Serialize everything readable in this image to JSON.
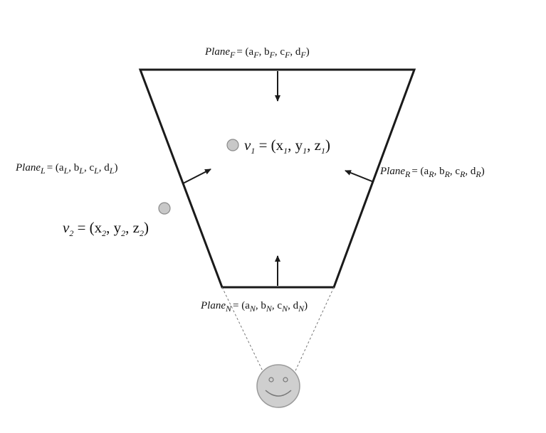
{
  "planes": {
    "far": {
      "name": "Plane",
      "sub": "F",
      "eq": "= (a",
      "parts": [
        [
          "F",
          ", b"
        ],
        [
          "F",
          ", c"
        ],
        [
          "F",
          ", d"
        ],
        [
          "F",
          ")"
        ]
      ]
    },
    "left": {
      "name": "Plane",
      "sub": "L",
      "eq": "= (a",
      "parts": [
        [
          "L",
          ", b"
        ],
        [
          "L",
          ", c"
        ],
        [
          "L",
          ", d"
        ],
        [
          "L",
          ")"
        ]
      ]
    },
    "right": {
      "name": "Plane",
      "sub": "R",
      "eq": "= (a",
      "parts": [
        [
          "R",
          ", b"
        ],
        [
          "R",
          ", c"
        ],
        [
          "R",
          ", d"
        ],
        [
          "R",
          ")"
        ]
      ]
    },
    "near": {
      "name": "Plane",
      "sub": "N",
      "eq": "= (a",
      "parts": [
        [
          "N",
          ", b"
        ],
        [
          "N",
          ", c"
        ],
        [
          "N",
          ", d"
        ],
        [
          "N",
          ")"
        ]
      ]
    }
  },
  "points": {
    "v1": {
      "name": "v",
      "sub": "1",
      "eq": " = (x",
      "parts": [
        [
          "1",
          ", y"
        ],
        [
          "1",
          ", z"
        ],
        [
          "1",
          ")"
        ]
      ]
    },
    "v2": {
      "name": "v",
      "sub": "2",
      "eq": " = (x",
      "parts": [
        [
          "2",
          ", y"
        ],
        [
          "2",
          ", z"
        ],
        [
          "2",
          ")"
        ]
      ]
    }
  },
  "colors": {
    "stroke": "#1a1a1a",
    "point_fill": "#c8c8c8",
    "point_stroke": "#8a8a8a",
    "face_fill": "#cfcfcf",
    "face_stroke": "#9a9a9a"
  },
  "icons": {
    "viewer": "smiley-face-icon"
  }
}
